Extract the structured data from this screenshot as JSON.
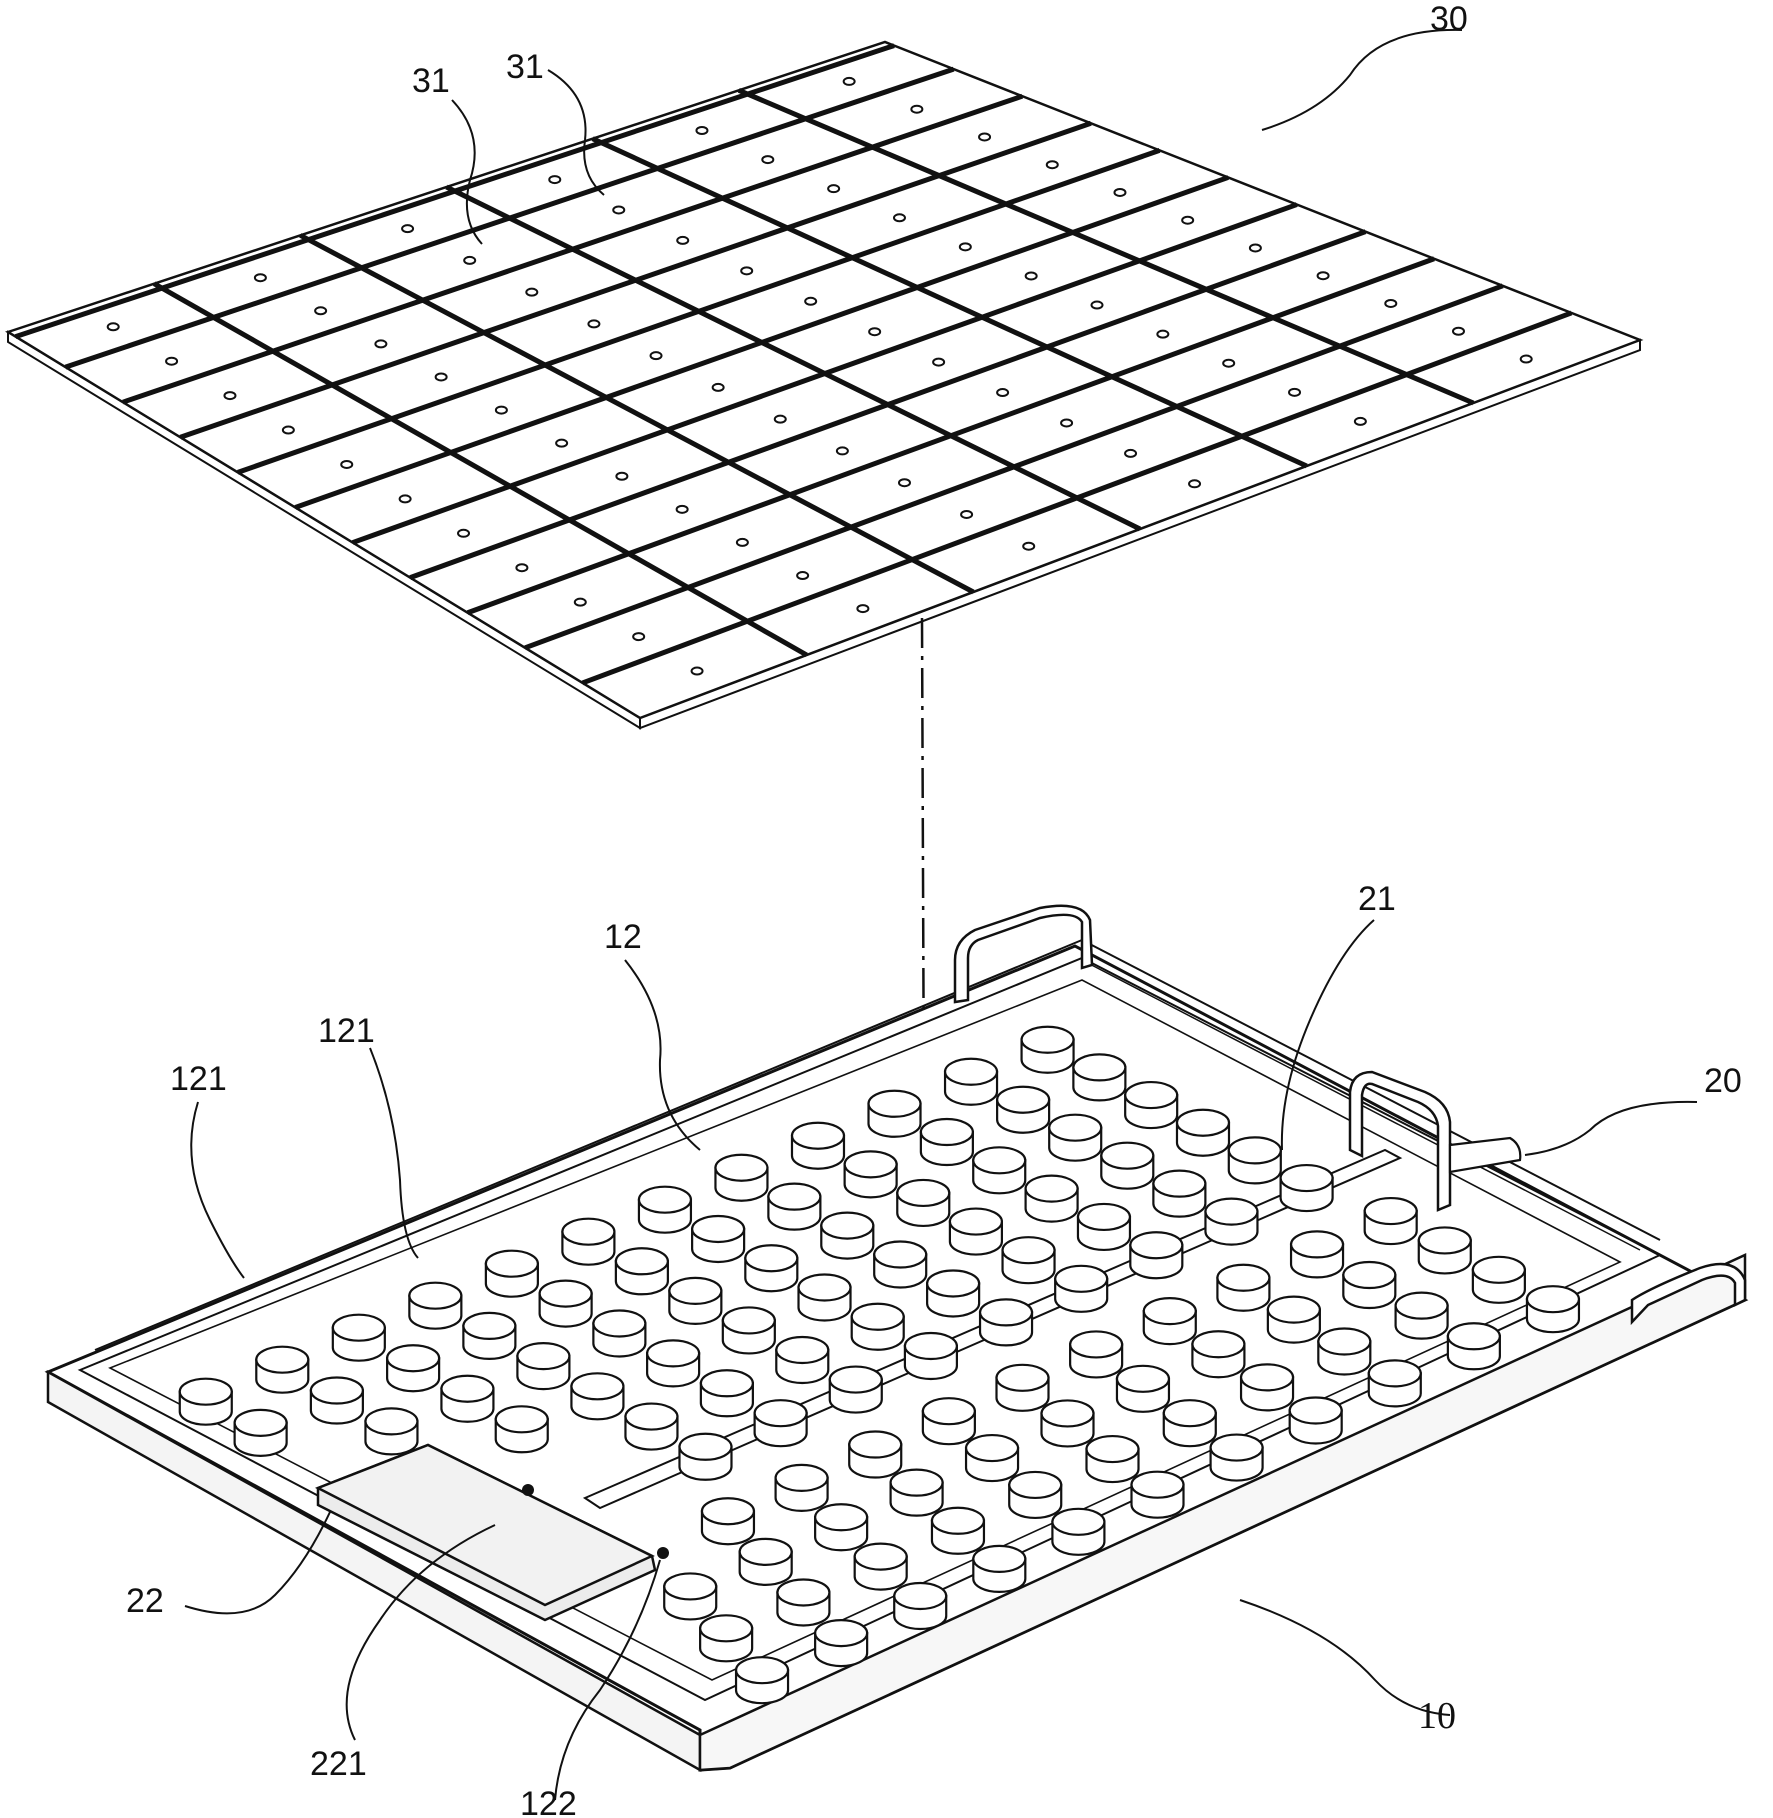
{
  "labels": {
    "l30": "30",
    "l31a": "31",
    "l31b": "31",
    "l12": "12",
    "l121a": "121",
    "l121b": "121",
    "l21": "21",
    "l20": "20",
    "l22": "22",
    "l221": "221",
    "l122": "122",
    "l10": "10"
  },
  "colors": {
    "ink": "#111111",
    "paper": "#ffffff",
    "shade": "#e9e9e9"
  }
}
